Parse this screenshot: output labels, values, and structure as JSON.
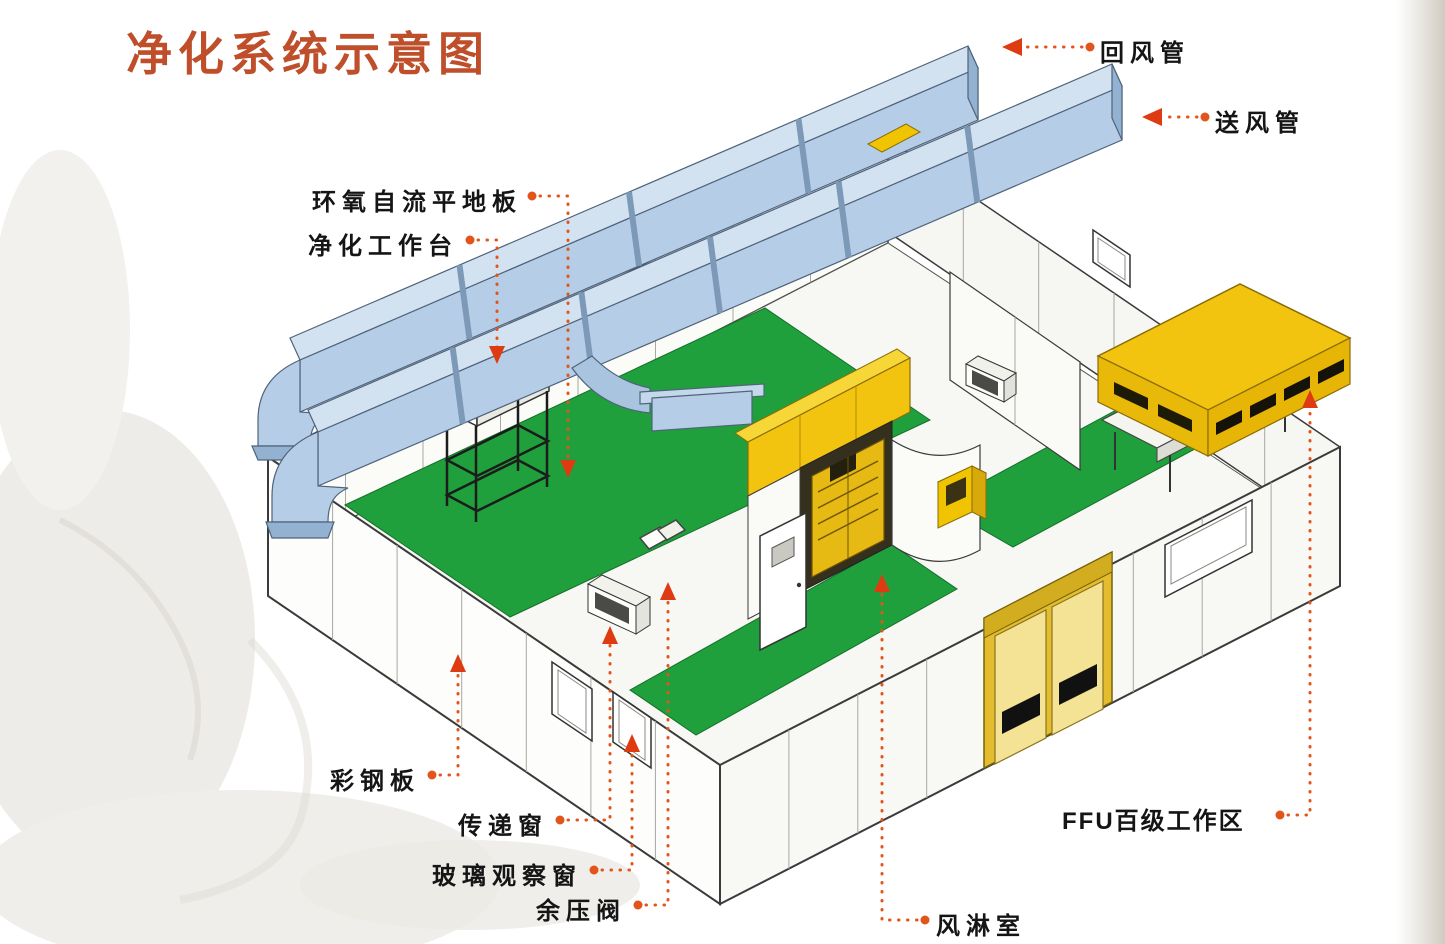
{
  "title": "净化系统示意图",
  "colors": {
    "title": "#bf4f2b",
    "label_text": "#151515",
    "leader_line": "#e2551a",
    "arrow_red": "#df3b12",
    "duct_blue": "#b5cde6",
    "floor_green": "#1fa03c",
    "equipment_yellow": "#f2c410",
    "wall_white": "#fcfcfa"
  },
  "labels": [
    {
      "id": "return-air-duct",
      "text": "回风管"
    },
    {
      "id": "supply-air-duct",
      "text": "送风管"
    },
    {
      "id": "epoxy-self-leveling-floor",
      "text": "环氧自流平地板"
    },
    {
      "id": "clean-workbench",
      "text": "净化工作台"
    },
    {
      "id": "color-steel-panel",
      "text": "彩钢板"
    },
    {
      "id": "transfer-window",
      "text": "传递窗"
    },
    {
      "id": "glass-observation-window",
      "text": "玻璃观察窗"
    },
    {
      "id": "residual-pressure-valve",
      "text": "余压阀"
    },
    {
      "id": "air-shower-room",
      "text": "风淋室"
    },
    {
      "id": "ffu-class-100-work-area",
      "text": "FFU百级工作区"
    }
  ]
}
